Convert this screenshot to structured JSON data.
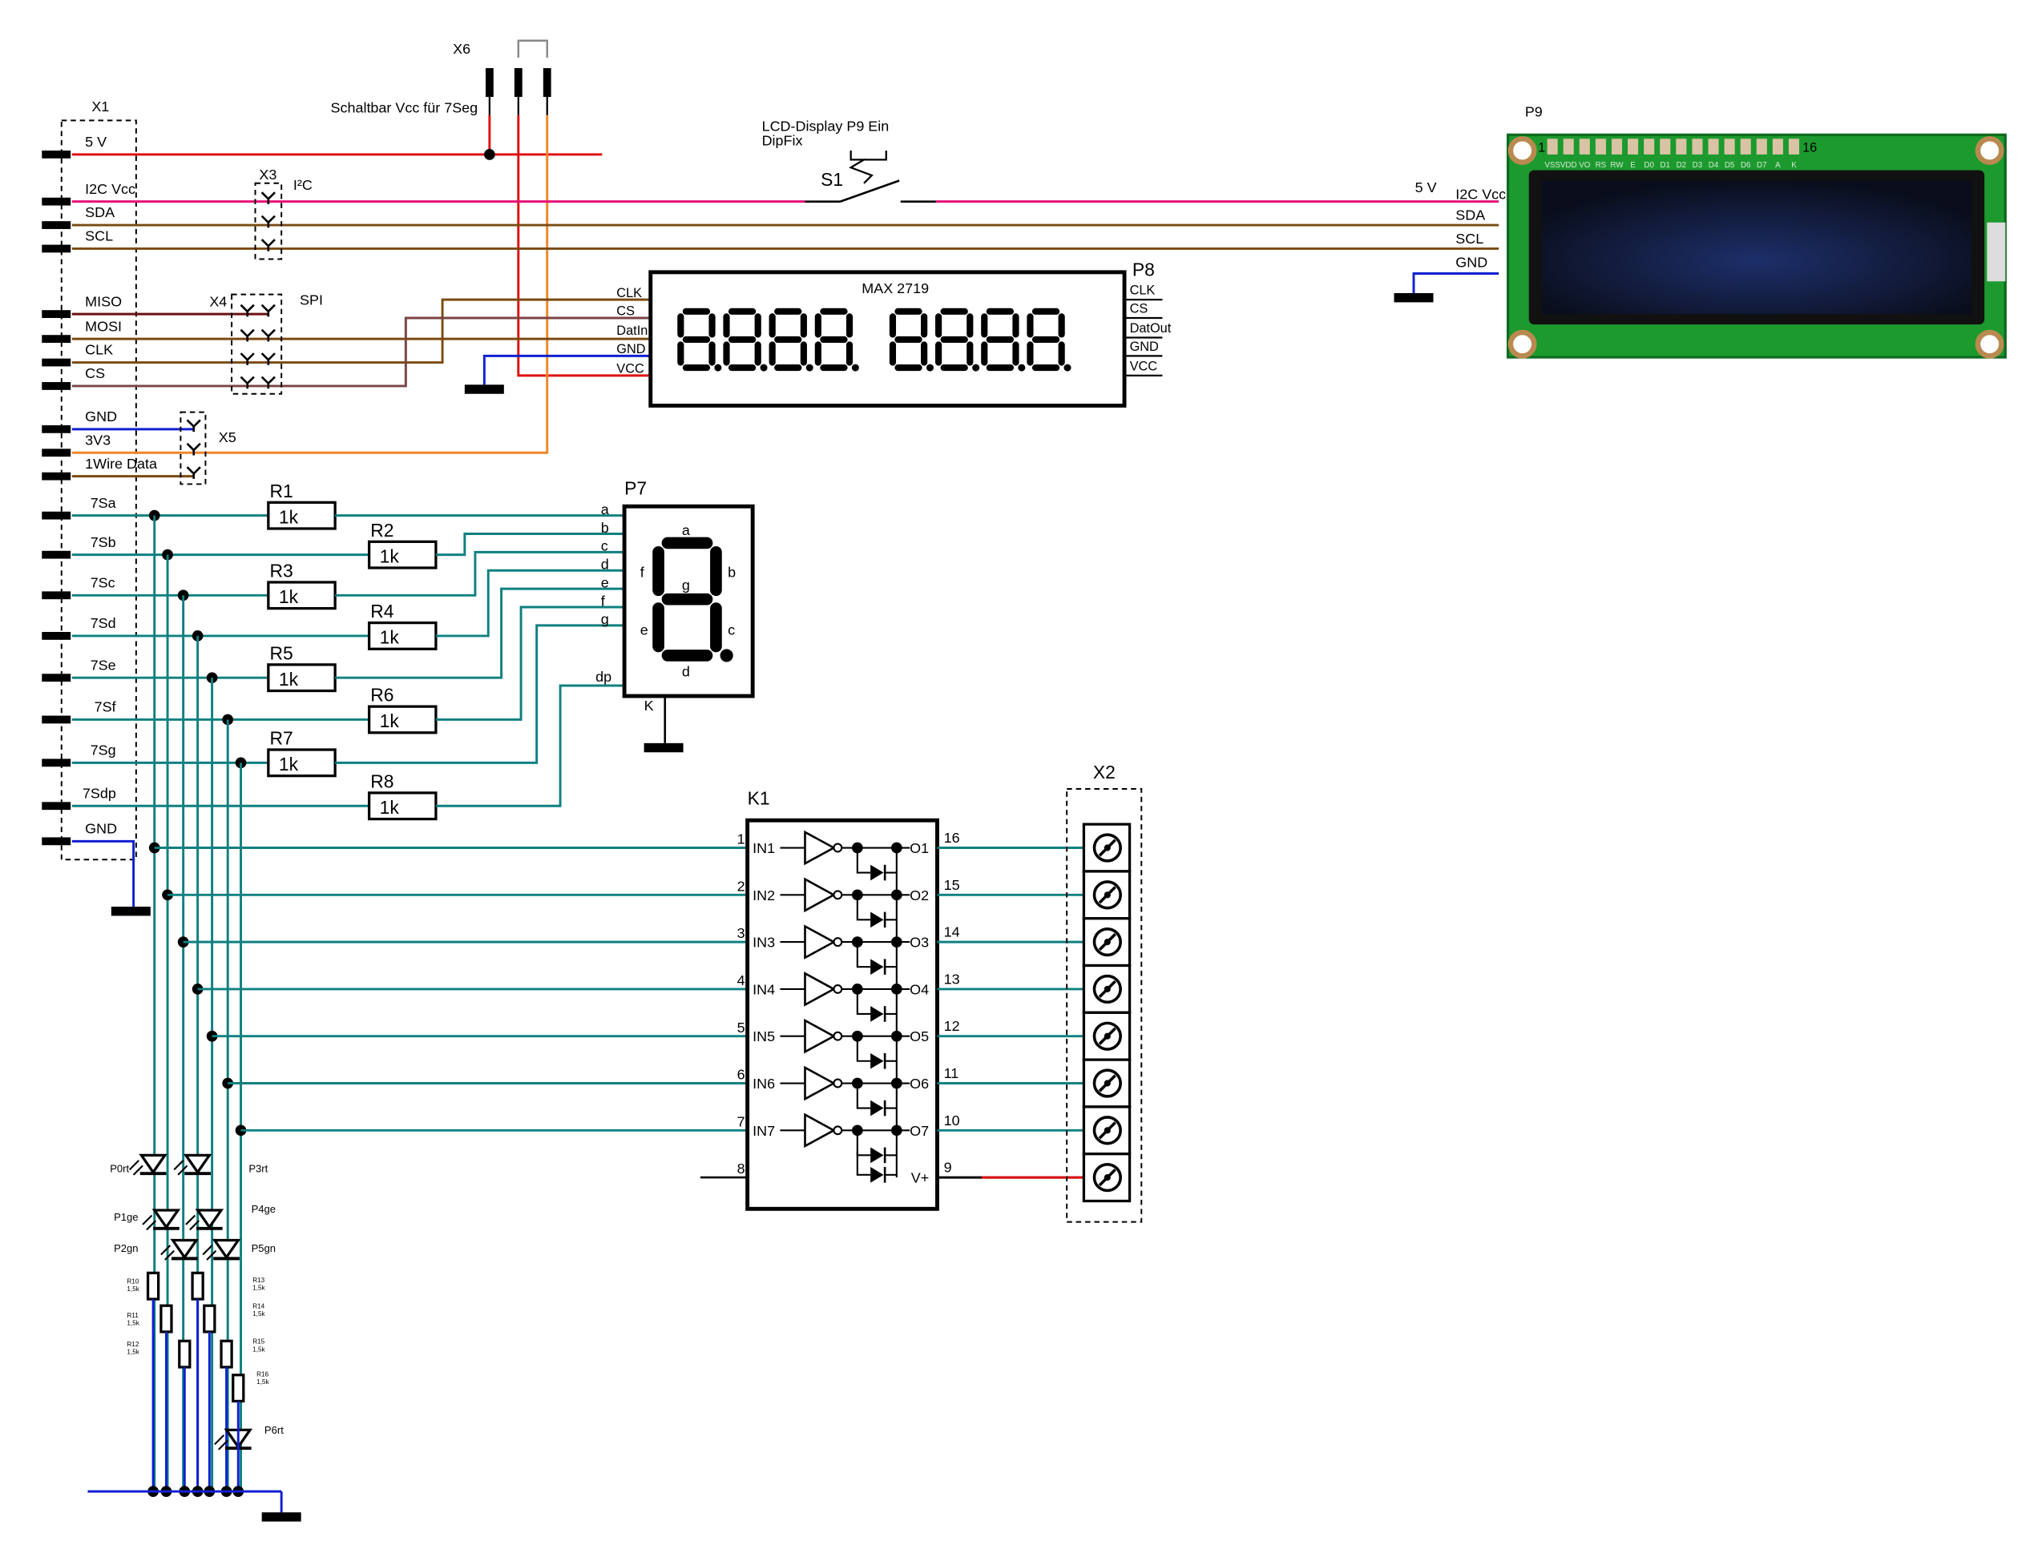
{
  "colors": {
    "vcc5": "#e01010",
    "i2c_vcc": "#e8107a",
    "signal": "#7a4a12",
    "miso": "#6a1010",
    "cs": "#7a4444",
    "gnd": "#1020d0",
    "v3": "#f0862a",
    "segment": "#0f8080",
    "pcb": "#1c9a2e"
  },
  "x1": {
    "ref": "X1",
    "pins": [
      "5 V",
      "I2C Vcc",
      "SDA",
      "SCL",
      "MISO",
      "MOSI",
      "CLK",
      "CS",
      "GND",
      "3V3",
      "1Wire Data",
      "7Sa",
      "7Sb",
      "7Sc",
      "7Sd",
      "7Se",
      "7Sf",
      "7Sg",
      "7Sdp",
      "GND"
    ]
  },
  "x3": {
    "ref": "X3",
    "label": "I²C"
  },
  "x4": {
    "ref": "X4",
    "label": "SPI"
  },
  "x5": {
    "ref": "X5"
  },
  "x6": {
    "ref": "X6",
    "label": "Schaltbar Vcc für 7Seg"
  },
  "s1": {
    "ref": "S1",
    "label_line1": "LCD-Display P9 Ein",
    "label_line2": "DipFix"
  },
  "p8": {
    "ref": "P8",
    "title": "MAX 2719",
    "left_pins": [
      "CLK",
      "CS",
      "DatIn",
      "GND",
      "VCC"
    ],
    "right_pins": [
      "CLK",
      "CS",
      "DatOut",
      "GND",
      "VCC"
    ]
  },
  "p9": {
    "ref": "P9",
    "pin_first": "1",
    "pin_last": "16",
    "pin_names": [
      "VSS",
      "VDD",
      "VO",
      "RS",
      "RW",
      "E",
      "D0",
      "D1",
      "D2",
      "D3",
      "D4",
      "D5",
      "D6",
      "D7",
      "A",
      "K"
    ],
    "left_labels": [
      "5 V",
      "I2C Vcc",
      "SDA",
      "SCL",
      "GND"
    ]
  },
  "p7": {
    "ref": "P7",
    "pins": [
      "a",
      "b",
      "c",
      "d",
      "e",
      "f",
      "g",
      "dp"
    ],
    "segments": {
      "a": "a",
      "b": "b",
      "c": "c",
      "d": "d",
      "e": "e",
      "f": "f",
      "g": "g"
    },
    "common": "K"
  },
  "resistors": [
    {
      "ref": "R1",
      "value": "1k"
    },
    {
      "ref": "R2",
      "value": "1k"
    },
    {
      "ref": "R3",
      "value": "1k"
    },
    {
      "ref": "R4",
      "value": "1k"
    },
    {
      "ref": "R5",
      "value": "1k"
    },
    {
      "ref": "R6",
      "value": "1k"
    },
    {
      "ref": "R7",
      "value": "1k"
    },
    {
      "ref": "R8",
      "value": "1k"
    }
  ],
  "k1": {
    "ref": "K1",
    "inputs": [
      "IN1",
      "IN2",
      "IN3",
      "IN4",
      "IN5",
      "IN6",
      "IN7"
    ],
    "outputs": [
      "O1",
      "O2",
      "O3",
      "O4",
      "O5",
      "O6",
      "O7",
      "V+"
    ],
    "left_pin_numbers": [
      "1",
      "2",
      "3",
      "4",
      "5",
      "6",
      "7",
      "8"
    ],
    "right_pin_numbers": [
      "16",
      "15",
      "14",
      "13",
      "12",
      "11",
      "10",
      "9"
    ]
  },
  "x2": {
    "ref": "X2"
  },
  "leds": [
    {
      "ref": "P0rt"
    },
    {
      "ref": "P1ge"
    },
    {
      "ref": "P2gn"
    },
    {
      "ref": "P3rt"
    },
    {
      "ref": "P4ge"
    },
    {
      "ref": "P5gn"
    },
    {
      "ref": "P6rt"
    }
  ],
  "led_resistors": [
    {
      "ref": "R10",
      "value": "1,5k"
    },
    {
      "ref": "R11",
      "value": "1,5k"
    },
    {
      "ref": "R12",
      "value": "1,5k"
    },
    {
      "ref": "R13",
      "value": "1,5k"
    },
    {
      "ref": "R14",
      "value": "1,5k"
    },
    {
      "ref": "R15",
      "value": "1,5k"
    },
    {
      "ref": "R16",
      "value": "1,5k"
    }
  ]
}
